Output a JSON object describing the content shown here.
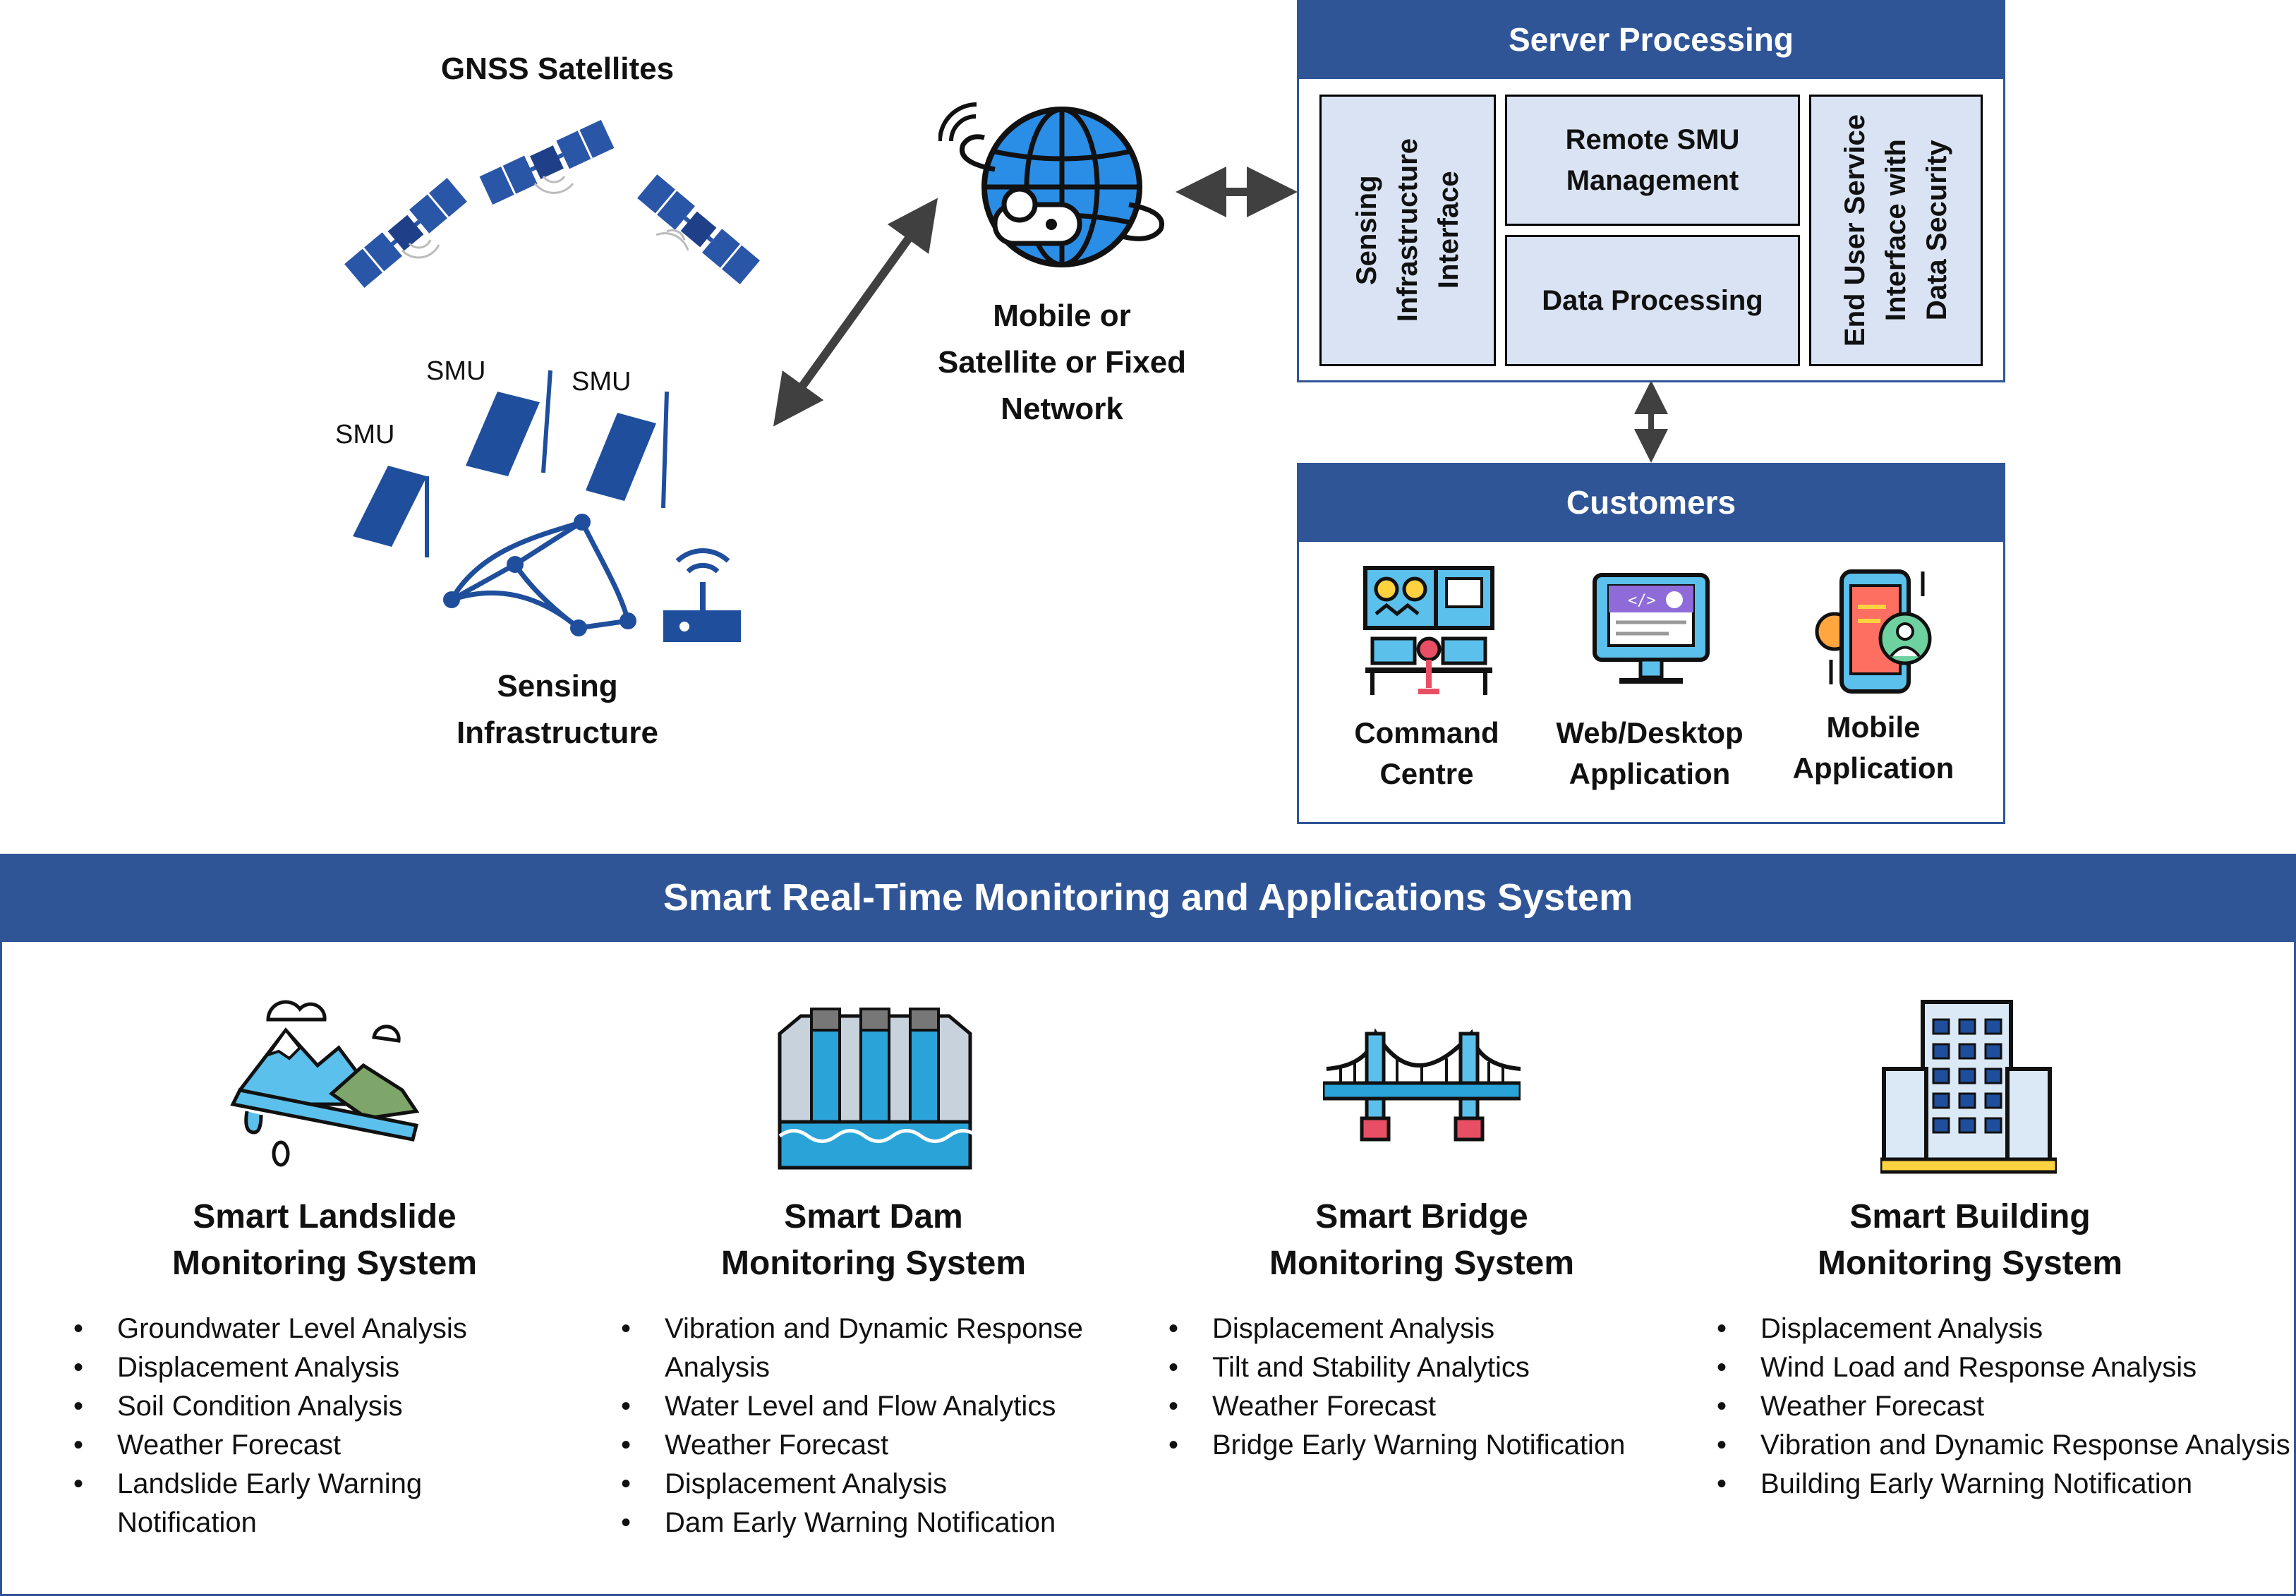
{
  "gnss": {
    "label": "GNSS Satellites"
  },
  "smu": {
    "labels": [
      "SMU",
      "SMU",
      "SMU"
    ]
  },
  "sensing": {
    "label_line1": "Sensing",
    "label_line2": "Infrastructure"
  },
  "network": {
    "line1": "Mobile or",
    "line2": "Satellite or Fixed",
    "line3": "Network"
  },
  "server": {
    "title": "Server Processing",
    "sensing_interface": {
      "line1": "Sensing",
      "line2": "Infrastructure",
      "line3": "Interface"
    },
    "remote_smu": {
      "line1": "Remote SMU",
      "line2": "Management"
    },
    "data_processing": "Data Processing",
    "end_user": {
      "line1": "End User Service",
      "line2": "Interface with",
      "line3": "Data Security"
    }
  },
  "customers": {
    "title": "Customers",
    "items": [
      {
        "line1": "Command",
        "line2": "Centre"
      },
      {
        "line1": "Web/Desktop",
        "line2": "Application"
      },
      {
        "line1": "Mobile",
        "line2": "Application"
      }
    ]
  },
  "system": {
    "title": "Smart Real-Time Monitoring and Applications System",
    "columns": [
      {
        "title1": "Smart Landslide",
        "title2": "Monitoring System",
        "features": [
          "Groundwater Level Analysis",
          "Displacement Analysis",
          "Soil Condition Analysis",
          "Weather Forecast",
          "Landslide Early Warning Notification"
        ]
      },
      {
        "title1": "Smart Dam",
        "title2": "Monitoring System",
        "features": [
          "Vibration and Dynamic Response Analysis",
          "Water Level and Flow Analytics",
          "Weather Forecast",
          "Displacement Analysis",
          "Dam Early Warning Notification"
        ]
      },
      {
        "title1": "Smart Bridge",
        "title2": "Monitoring System",
        "features": [
          "Displacement Analysis",
          "Tilt and Stability Analytics",
          "Weather Forecast",
          "Bridge Early Warning Notification"
        ]
      },
      {
        "title1": "Smart Building",
        "title2": "Monitoring System",
        "features": [
          "Displacement Analysis",
          "Wind Load and Response Analysis",
          "Weather Forecast",
          "Vibration and Dynamic Response Analysis",
          "Building Early Warning Notification"
        ]
      }
    ]
  },
  "colors": {
    "brand_blue": "#2f5597",
    "panel_fill": "#dae3f3",
    "icon_blue": "#1f4e9c",
    "globe_blue": "#2a8de6"
  }
}
